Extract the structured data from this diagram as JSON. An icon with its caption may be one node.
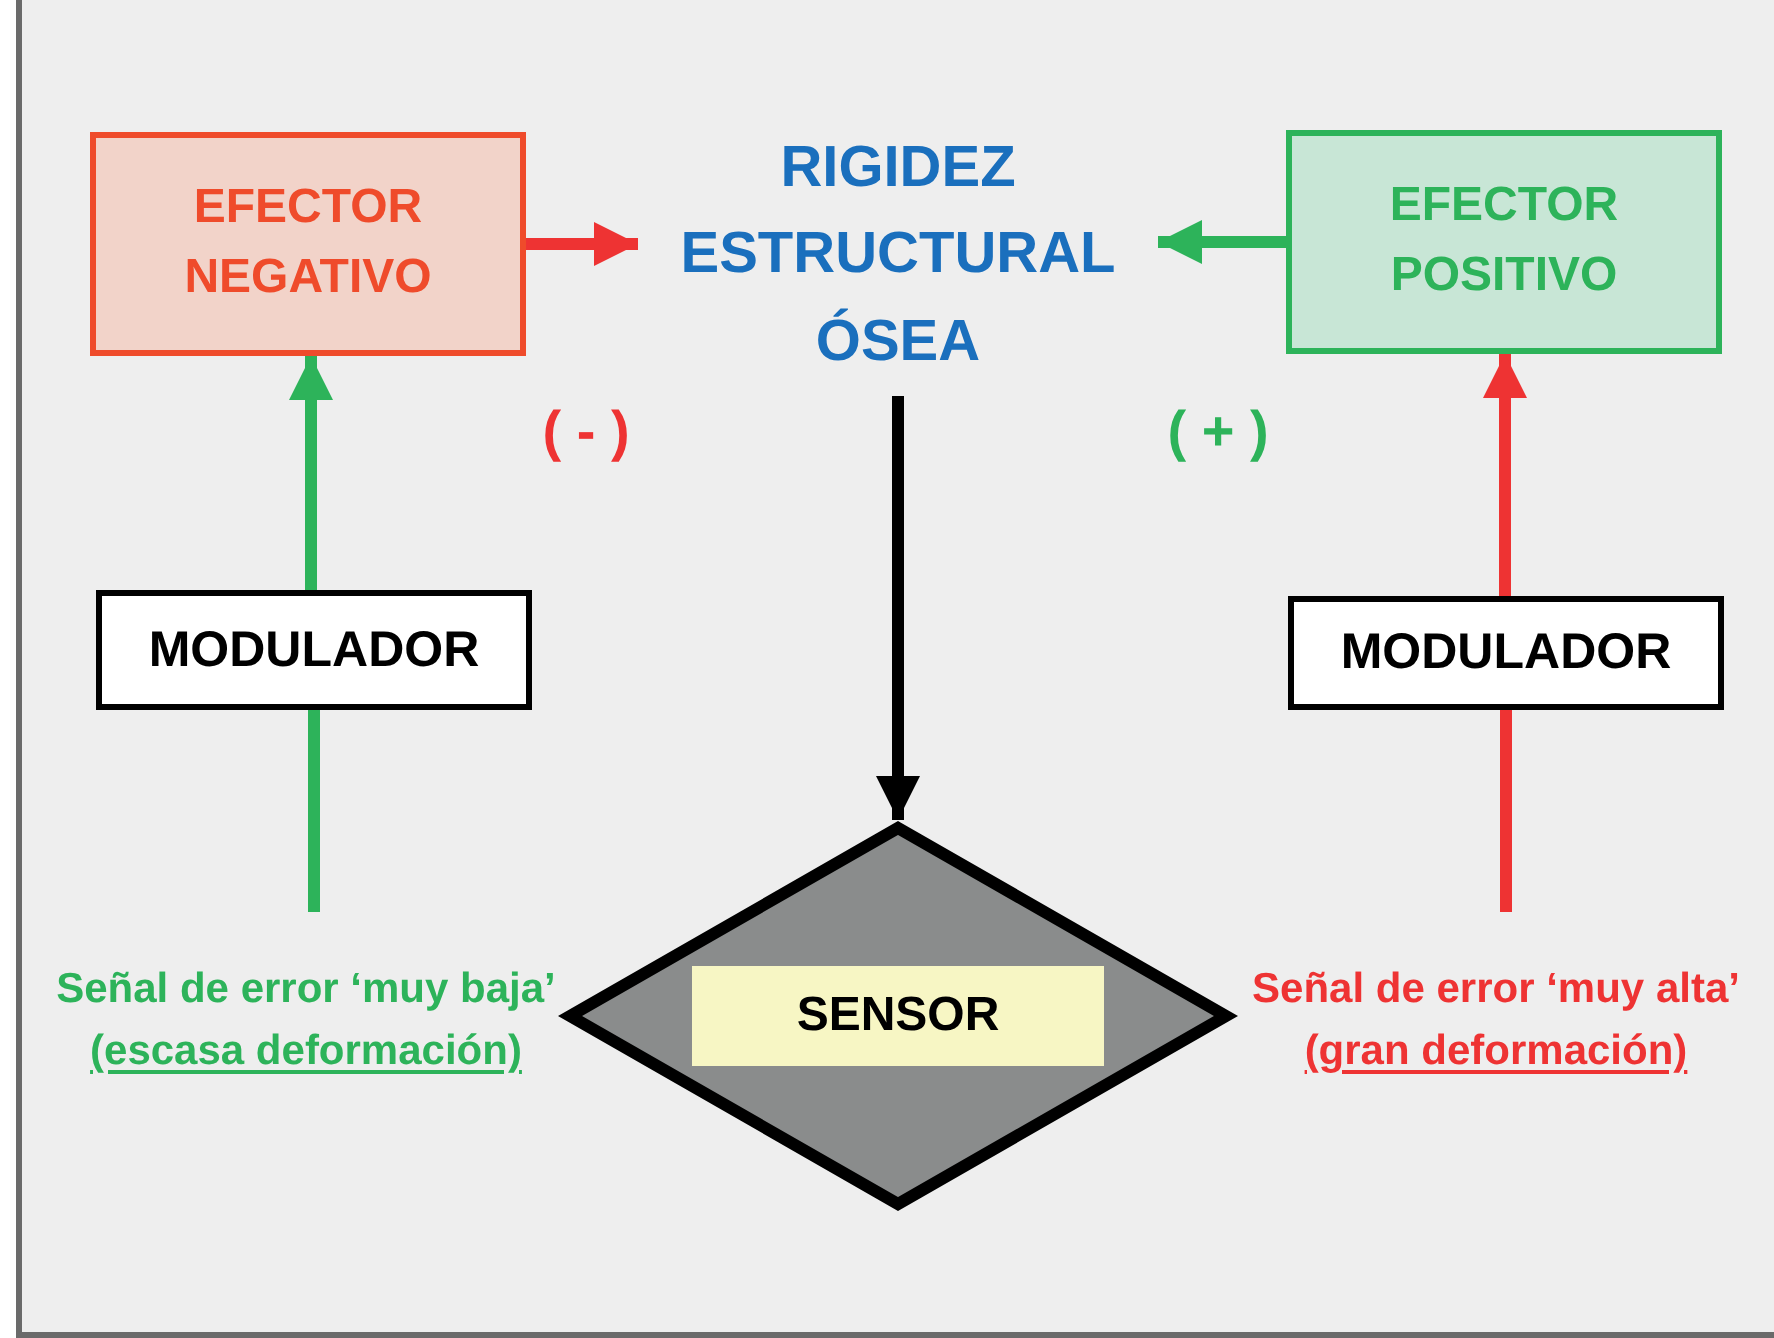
{
  "diagram": {
    "nodes": [
      {
        "text": [
          "EFECTOR NEGATIVO"
        ]
      },
      {
        "text": [
          "RIGIDEZ ESTRUCTURAL ÓSEA"
        ]
      },
      {
        "text": [
          "EFECTOR POSITIVO"
        ]
      },
      {
        "text": [
          "MODULADOR"
        ]
      },
      {
        "text": [
          "MODULADOR"
        ]
      },
      {
        "text": [
          "SENSOR"
        ]
      },
      {
        "text": [
          "Señal de error ‘muy baja’",
          "(escasa deformación)"
        ]
      },
      {
        "text": [
          "Señal de error ‘muy alta’",
          "(gran deformación)"
        ]
      }
    ],
    "edges": [
      {
        "from": 0,
        "to": 1,
        "arrow": "to",
        "color": "#ee3333"
      },
      {
        "from": 2,
        "to": 1,
        "arrow": "to",
        "color": "#2db35a"
      },
      {
        "from": 1,
        "to": 5,
        "arrow": "to",
        "color": "#000000"
      },
      {
        "from": 6,
        "to": 3,
        "arrow": "none",
        "color": "#2db35a"
      },
      {
        "from": 3,
        "to": 0,
        "arrow": "to",
        "color": "#2db35a"
      },
      {
        "from": 7,
        "to": 4,
        "arrow": "none",
        "color": "#ee3333"
      },
      {
        "from": 4,
        "to": 2,
        "arrow": "to",
        "color": "#ee3333"
      }
    ],
    "labels": [
      "( - )",
      "( + )"
    ]
  }
}
